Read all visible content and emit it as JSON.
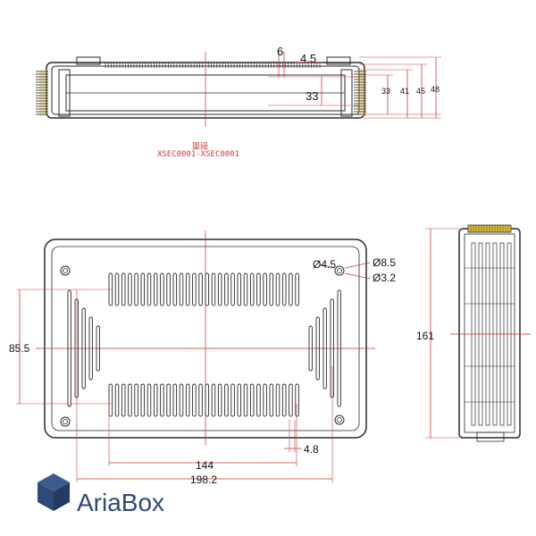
{
  "drawing": {
    "section_caption_top": "剖面",
    "section_caption_bottom": "XSEC0001-XSEC0001",
    "top_view_dims": {
      "d6": "6",
      "d4_5": "4.5",
      "d33_inner": "33",
      "d33_side": "33",
      "d41": "41",
      "d45": "45",
      "d48": "48"
    },
    "front_view_dims": {
      "hole_small": "Ø4.5",
      "hole_outer": "Ø8.5",
      "hole_inner": "Ø3.2",
      "height_85_5": "85.5",
      "spacing_144": "144",
      "slot_4_8": "4.8",
      "width_198_2": "198.2"
    },
    "side_view_dims": {
      "height_161": "161"
    }
  },
  "brand": {
    "name": "AriaBox",
    "colors": {
      "line": "#2a2a2a",
      "dimension": "#d23a3a",
      "center": "#c03030",
      "accent": "#e8c93a",
      "logo": "#2e4a7a"
    }
  }
}
